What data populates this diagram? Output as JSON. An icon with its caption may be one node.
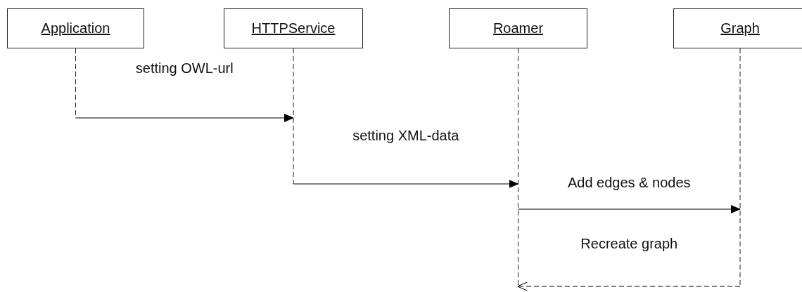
{
  "diagram": {
    "nodes": [
      {
        "text": [
          "Application"
        ]
      },
      {
        "text": [
          "HTTPService"
        ]
      },
      {
        "text": [
          "Roamer"
        ]
      },
      {
        "text": [
          "Graph"
        ]
      }
    ],
    "edges": [
      {
        "from": 0,
        "to": 1,
        "arrow": "to",
        "label": "setting OWL-url"
      },
      {
        "from": 1,
        "to": 2,
        "arrow": "to",
        "label": "setting XML-data"
      },
      {
        "from": 2,
        "to": 3,
        "arrow": "to",
        "label": "Add edges & nodes"
      },
      {
        "from": 3,
        "to": 2,
        "arrow": "to",
        "label": "Recreate graph",
        "style": "dashed"
      }
    ]
  }
}
